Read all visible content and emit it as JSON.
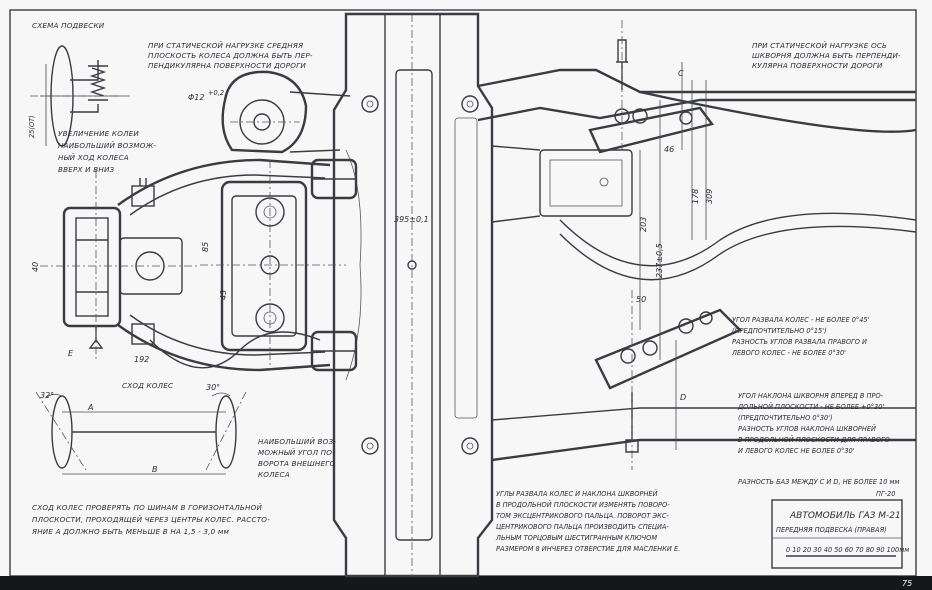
{
  "labels": {
    "scheme_title": "СХЕМА ПОДВЕСКИ",
    "static_left": [
      "ПРИ СТАТИЧЕСКОЙ НАГРУЗКЕ СРЕДНЯЯ",
      "ПЛОСКОСТЬ КОЛЕСА ДОЛЖНА БЫТЬ ПЕР-",
      "ПЕНДИКУЛЯРНА ПОВЕРХНОСТИ ДОРОГИ"
    ],
    "static_right": [
      "ПРИ СТАТИЧЕСКОЙ НАГРУЗКЕ ОСЬ",
      "ШКВОРНЯ ДОЛЖНА БЫТЬ ПЕРПЕНДИ-",
      "КУЛЯРНА ПОВЕРХНОСТИ ДОРОГИ"
    ],
    "wheel_lift": [
      "УВЕЛИЧЕНИЕ КОЛЕИ",
      "НАИБОЛЬШИЙ ВОЗМОЖ-",
      "НЫЙ ХОД КОЛЕСА",
      "ВВЕРХ И ВНИЗ"
    ],
    "toe_title": "СХОД КОЛЕС",
    "max_turn": [
      "НАИБОЛЬШИЙ ВОЗ-",
      "МОЖНЫЙ УГОЛ ПО-",
      "ВОРОТА ВНЕШНЕГО",
      "КОЛЕСА"
    ],
    "toe_check": [
      "СХОД КОЛЕС ПРОВЕРЯТЬ ПО ШИНАМ В ГОРИЗОНТАЛЬНОЙ",
      "ПЛОСКОСТИ, ПРОХОДЯЩЕЙ ЧЕРЕЗ ЦЕНТРЫ КОЛЕС. РАССТО-",
      "ЯНИЕ A ДОЛЖНО БЫТЬ МЕНЬШЕ B НА 1,5 - 3,0 мм"
    ],
    "camber_adjust": [
      "УГЛЫ РАЗВАЛА КОЛЕС И НАКЛОНА ШКВОРНЕЙ",
      "В ПРОДОЛЬНОЙ ПЛОСКОСТИ ИЗМЕНЯТЬ ПОВОРО-",
      "ТОМ ЭКСЦЕНТРИКОВОГО ПАЛЬЦА. ПОВОРОТ ЭКС-",
      "ЦЕНТРИКОВОГО ПАЛЬЦА ПРОИЗВОДИТЬ СПЕЦИА-",
      "ЛЬНЫМ ТОРЦОВЫМ ШЕСТИГРАННЫМ КЛЮЧОМ",
      "РАЗМЕРОМ 8 ИНЧЕРЕЗ ОТВЕРСТИЕ ДЛЯ МАСЛЕНКИ Е."
    ],
    "camber_spec": [
      "УГОЛ РАЗВАЛА КОЛЕС - НЕ БОЛЕЕ 0°45'",
      "(ПРЕДПОЧТИТЕЛЬНО 0°15')",
      "РАЗНОСТЬ УГЛОВ РАЗВАЛА ПРАВОГО И",
      "ЛЕВОГО КОЛЕС - НЕ БОЛЕЕ 0°30'"
    ],
    "caster_spec": [
      "УГОЛ НАКЛОНА ШКВОРНЯ ВПЕРЕД В ПРО-",
      "ДОЛЬНОЙ ПЛОСКОСТИ - НЕ БОЛЕЕ +0°30'",
      "(ПРЕДПОЧТИТЕЛЬНО 0°30')",
      "РАЗНОСТЬ УГЛОВ НАКЛОНА ШКВОРНЕЙ",
      "В ПРОДОЛЬНОЙ ПЛОСКОСТИ ДЛЯ ПРАВОГО",
      "И ЛЕВОГО КОЛЕС НЕ БОЛЕЕ 0°30'"
    ],
    "wheelbase_diff": "РАЗНОСТЬ БАЗ МЕЖДУ С И D, НЕ БОЛЕЕ 10 мм",
    "title_block": [
      "АВТОМОБИЛЬ ГАЗ М-21",
      "ПЕРЕДНЯЯ ПОДВЕСКА (ПРАВАЯ)"
    ],
    "corner_code": "ПГ-20",
    "scale_numbers": "0 10 20 30 40 50 60 70 80 90 100мм",
    "page_number": "75"
  },
  "dimensions": {
    "d_phi": "Φ12",
    "d_phi_tol": "+0,2",
    "d_25": "25(ОТ)",
    "d_40": "40",
    "d_192": "192",
    "d_395": "395±0,1",
    "d_85": "85",
    "d_43": "43",
    "d_203": "203",
    "d_237": "237±0,5",
    "d_178": "178",
    "d_309": "309",
    "d_46": "46",
    "d_50": "50",
    "angle_32": "32°",
    "angle_30": "30°",
    "letter_A": "A",
    "letter_B": "B",
    "letter_C": "C",
    "letter_D": "D",
    "letter_E": "E"
  },
  "colors": {
    "paper": "#fefefe",
    "ink": "#3a3c42",
    "bottom_bar": "#16171b"
  }
}
